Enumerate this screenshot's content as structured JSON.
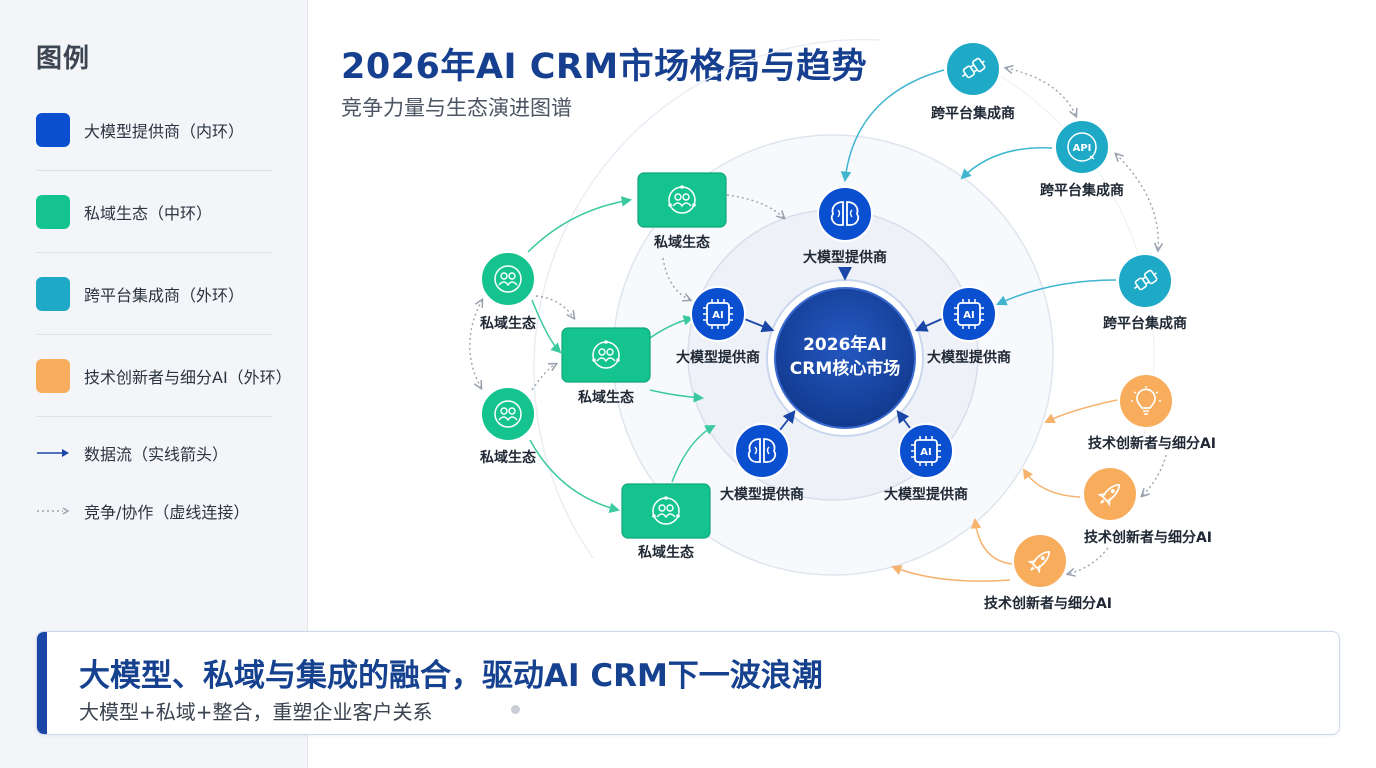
{
  "legend": {
    "title": "图例",
    "items": [
      {
        "label": "大模型提供商（内环）",
        "color": "#0b4fd1"
      },
      {
        "label": "私域生态（中环）",
        "color": "#14c38e"
      },
      {
        "label": "跨平台集成商（外环）",
        "color": "#1eaac6"
      },
      {
        "label": "技术创新者与细分AI（外环）",
        "color": "#f8ad5c"
      }
    ],
    "data_flow_label": "数据流（实线箭头）",
    "competition_label": "竞争/协作（虚线连接）"
  },
  "header": {
    "title": "2026年AI CRM市场格局与趋势",
    "subtitle": "竞争力量与生态演进图谱"
  },
  "diagram": {
    "center": {
      "line1": "2026年AI",
      "line2": "CRM核心市场"
    },
    "llm_providers": [
      {
        "label": "大模型提供商",
        "icon": "brain-icon"
      },
      {
        "label": "大模型提供商",
        "icon": "ai-chip-icon"
      },
      {
        "label": "大模型提供商",
        "icon": "ai-chip-icon"
      },
      {
        "label": "大模型提供商",
        "icon": "brain-icon"
      },
      {
        "label": "大模型提供商",
        "icon": "ai-chip-icon"
      }
    ],
    "private_domain": [
      {
        "label": "私域生态",
        "icon": "community-icon"
      },
      {
        "label": "私域生态",
        "icon": "community-icon"
      },
      {
        "label": "私域生态",
        "icon": "community-icon"
      },
      {
        "label": "私域生态",
        "icon": "community-icon"
      },
      {
        "label": "私域生态",
        "icon": "community-icon"
      }
    ],
    "integrators": [
      {
        "label": "跨平台集成商",
        "icon": "plug-icon"
      },
      {
        "label": "跨平台集成商",
        "icon": "api-icon",
        "icon_text": "API"
      },
      {
        "label": "跨平台集成商",
        "icon": "plug-icon"
      }
    ],
    "innovators": [
      {
        "label": "技术创新者与细分AI",
        "icon": "lightbulb-icon"
      },
      {
        "label": "技术创新者与细分AI",
        "icon": "rocket-icon"
      },
      {
        "label": "技术创新者与细分AI",
        "icon": "rocket-icon"
      }
    ],
    "ai_chip_text": "AI",
    "colors": {
      "llm": "#0b4fd1",
      "center": "#163f99",
      "private": "#14c38e",
      "integrator": "#1eaac6",
      "innovator": "#f8ad5c",
      "flow": "#1a46a8"
    }
  },
  "banner": {
    "title": "大模型、私域与集成的融合，驱动AI CRM下一波浪潮",
    "subtitle": "大模型+私域+整合，重塑企业客户关系"
  }
}
